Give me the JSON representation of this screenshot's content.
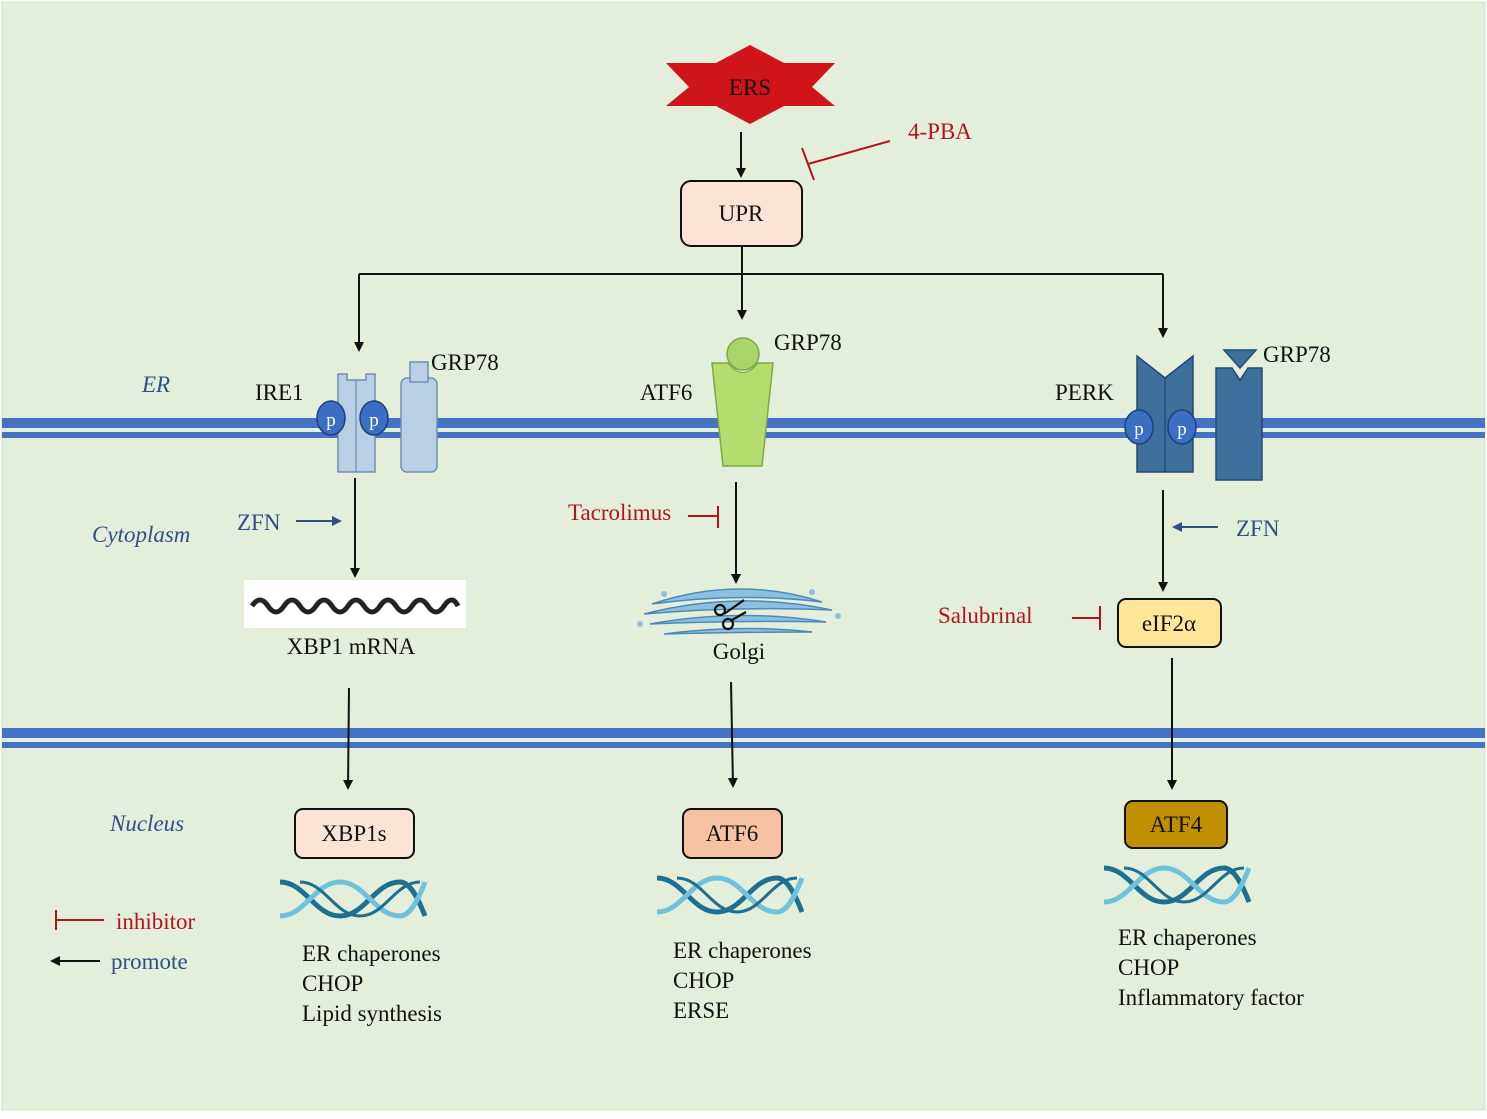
{
  "regions": {
    "er": "ER",
    "cytoplasm": "Cytoplasm",
    "nucleus": "Nucleus"
  },
  "top": {
    "stress": "ERS",
    "upr": "UPR",
    "inhibitor": "4-PBA"
  },
  "receptors": {
    "ire1": "IRE1",
    "atf6": "ATF6",
    "perk": "PERK",
    "grp78": "GRP78",
    "phospho": "p"
  },
  "ire1_branch": {
    "promoter": "ZFN",
    "mrna": "XBP1 mRNA",
    "factor": "XBP1s",
    "targets": [
      "ER chaperones",
      "CHOP",
      "Lipid synthesis"
    ]
  },
  "atf6_branch": {
    "inhibitor": "Tacrolimus",
    "organelle": "Golgi",
    "factor": "ATF6",
    "targets": [
      "ER chaperones",
      "CHOP",
      "ERSE"
    ]
  },
  "perk_branch": {
    "promoter": "ZFN",
    "inhibitor": "Salubrinal",
    "mediator": "eIF2α",
    "factor": "ATF4",
    "targets": [
      "ER chaperones",
      "CHOP",
      "Inflammatory factor"
    ]
  },
  "legend": {
    "inhibitor": "inhibitor",
    "promote": "promote"
  },
  "colors": {
    "background": "#e3efda",
    "membrane": "#4472c4",
    "inhibitor": "#b3141c",
    "promote_text": "#2f4f86",
    "ire1": "#b8cfe6",
    "atf6": "#b4dc6f",
    "perk": "#3e6e9c",
    "phospho": "#3b6fc4"
  }
}
